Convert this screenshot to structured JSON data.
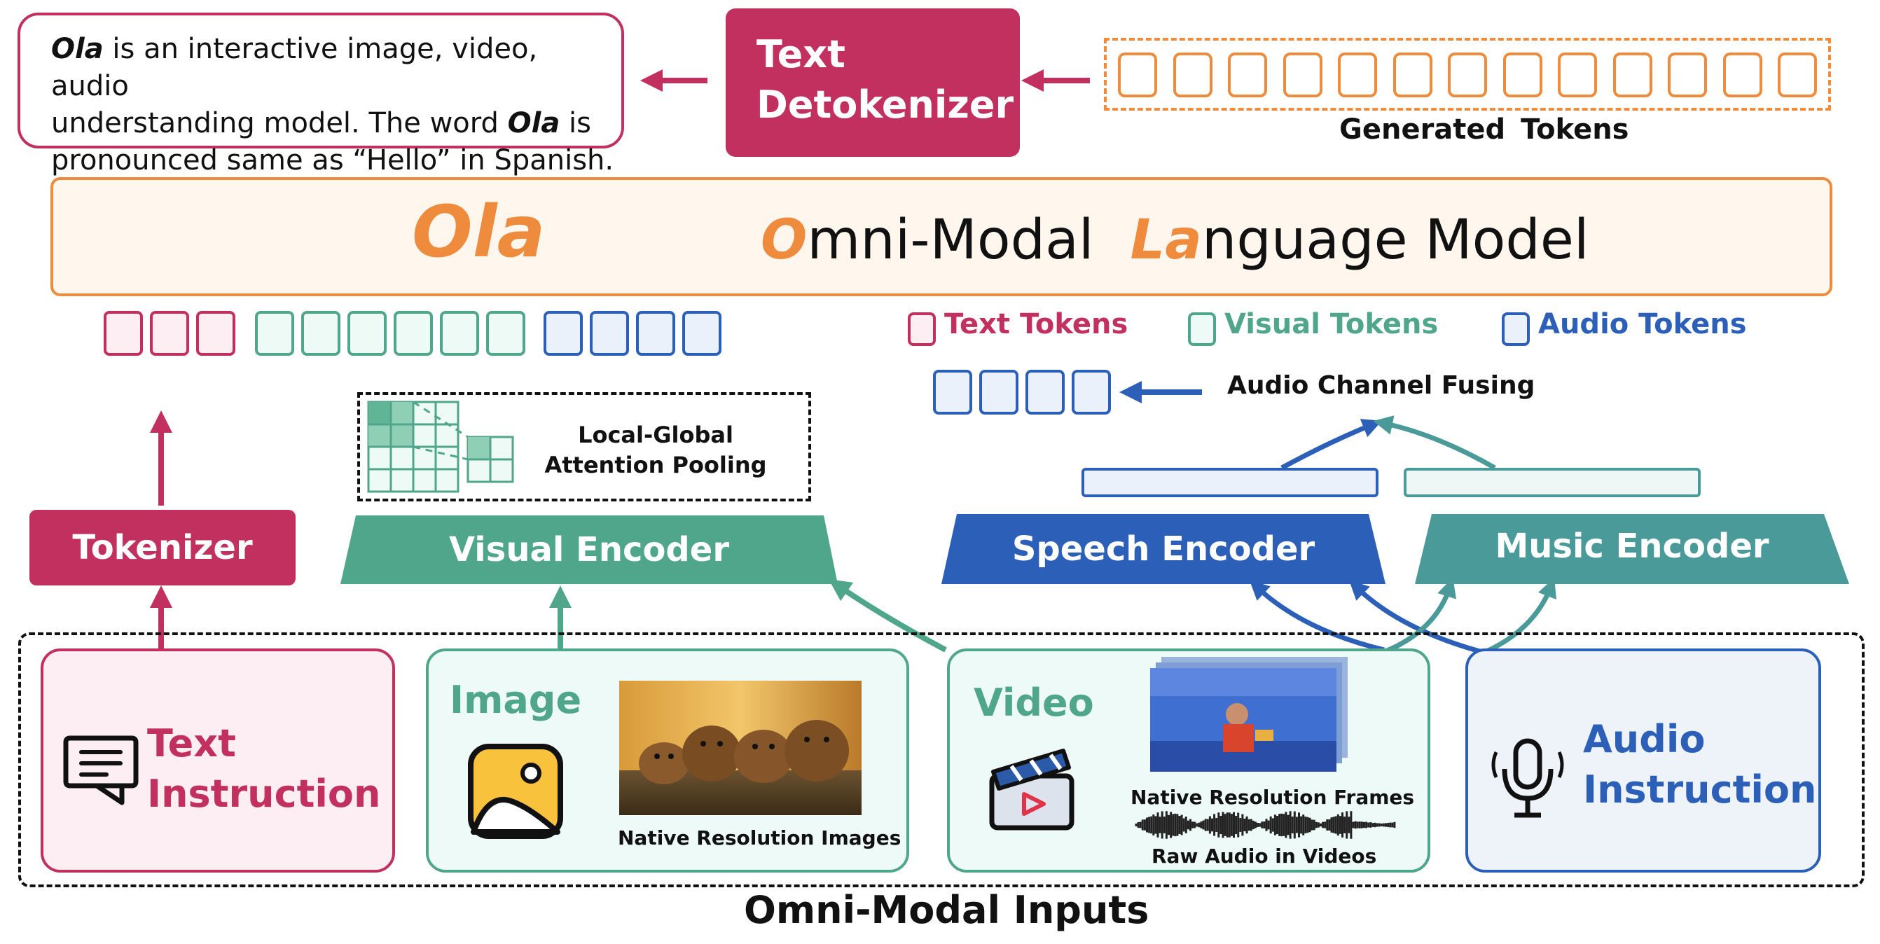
{
  "output": {
    "line1_ola": "Ola",
    "line1_rest": " is an interactive image, video, audio",
    "line2_pre": "understanding model. The word ",
    "line2_ola": "Ola",
    "line2_post": " is",
    "line3": "pronounced same as  “Hello” in Spanish."
  },
  "detokenizer": {
    "line1": "Text",
    "line2": "Detokenizer"
  },
  "generated_tokens": {
    "label": "Generated  Tokens",
    "count": 13
  },
  "llm": {
    "ola": "Ola",
    "o_letter": "O",
    "omni_rest": "mni-Modal",
    "la_letters": "La",
    "language_rest": "nguage",
    "model": "Model"
  },
  "token_strip": {
    "text_count": 3,
    "visual_count": 6,
    "audio_count": 4
  },
  "legend": {
    "text": "Text Tokens",
    "visual": "Visual Tokens",
    "audio": "Audio Tokens"
  },
  "audio_fusing": {
    "label": "Audio Channel Fusing",
    "token_count": 4
  },
  "pooling": {
    "line1": "Local-Global",
    "line2": "Attention Pooling"
  },
  "encoders": {
    "tokenizer": "Tokenizer",
    "visual": "Visual Encoder",
    "speech": "Speech Encoder",
    "music": "Music Encoder"
  },
  "inputs": {
    "label": "Omni-Modal Inputs",
    "text": {
      "line1": "Text",
      "line2": "Instruction",
      "icon": "chat-icon"
    },
    "image": {
      "title": "Image",
      "caption": "Native Resolution Images",
      "icon": "image-icon"
    },
    "video": {
      "title": "Video",
      "caption1": "Native Resolution Frames",
      "caption2": "Raw Audio in Videos",
      "icon": "clapperboard-icon"
    },
    "audio": {
      "line1": "Audio",
      "line2": "Instruction",
      "icon": "microphone-icon"
    }
  },
  "colors": {
    "text": "#c2305f",
    "visual": "#4fa68a",
    "speech": "#2c5fb8",
    "music": "#4a9a9a",
    "llm": "#ef8b3c"
  }
}
